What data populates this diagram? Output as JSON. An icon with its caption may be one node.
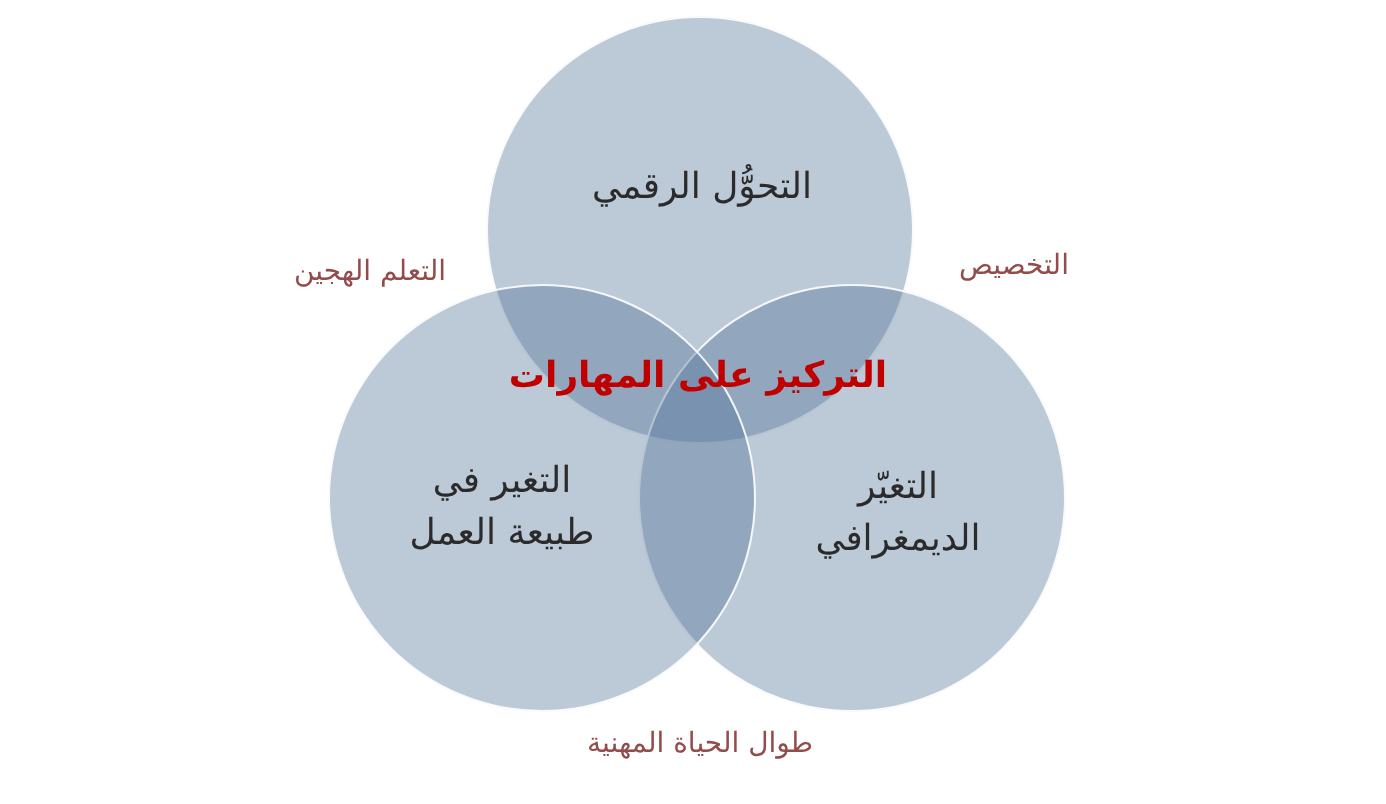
{
  "diagram": {
    "nodes": [
      {
        "text": [
          "التحوُّل الرقمي"
        ]
      },
      {
        "text": [
          "التغيّر الديمغرافي"
        ]
      },
      {
        "text": [
          "التغير في طبيعة العمل"
        ]
      }
    ],
    "labels": [
      "التخصيص",
      "التعلم الهجين",
      "التركيز على المهارات",
      "طوال الحياة المهنية"
    ]
  }
}
